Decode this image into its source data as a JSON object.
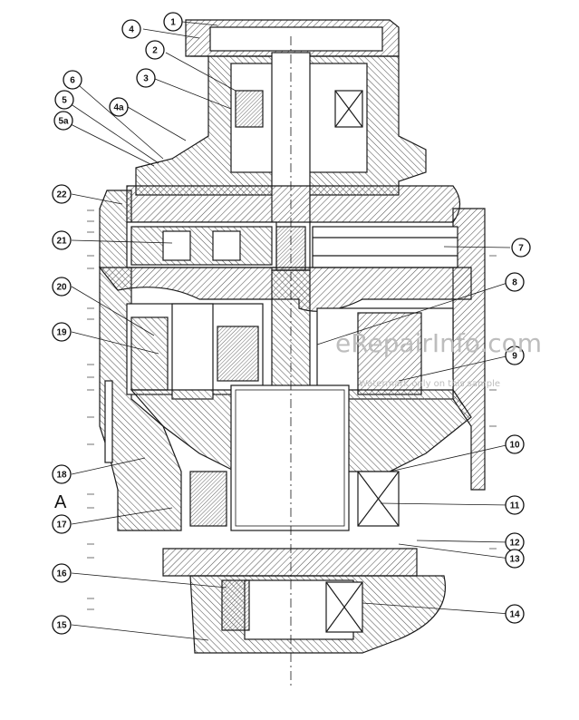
{
  "callouts": [
    {
      "id": "1",
      "label": "1"
    },
    {
      "id": "2",
      "label": "2"
    },
    {
      "id": "3",
      "label": "3"
    },
    {
      "id": "4",
      "label": "4"
    },
    {
      "id": "4a",
      "label": "4a"
    },
    {
      "id": "5",
      "label": "5"
    },
    {
      "id": "5a",
      "label": "5a"
    },
    {
      "id": "6",
      "label": "6"
    },
    {
      "id": "7",
      "label": "7"
    },
    {
      "id": "8",
      "label": "8"
    },
    {
      "id": "9",
      "label": "9"
    },
    {
      "id": "10",
      "label": "10"
    },
    {
      "id": "11",
      "label": "11"
    },
    {
      "id": "12",
      "label": "12"
    },
    {
      "id": "13",
      "label": "13"
    },
    {
      "id": "14",
      "label": "14"
    },
    {
      "id": "15",
      "label": "15"
    },
    {
      "id": "16",
      "label": "16"
    },
    {
      "id": "17",
      "label": "17"
    },
    {
      "id": "18",
      "label": "18"
    },
    {
      "id": "19",
      "label": "19"
    },
    {
      "id": "20",
      "label": "20"
    },
    {
      "id": "21",
      "label": "21"
    },
    {
      "id": "22",
      "label": "22"
    }
  ],
  "section_letter": "A",
  "watermark": {
    "main": "eRepairInfo.com",
    "sub": "Watermark only on this sample"
  },
  "colors": {
    "ink": "#1a1a1a",
    "hatch": "#555555",
    "watermark": "#bdbdbd"
  }
}
